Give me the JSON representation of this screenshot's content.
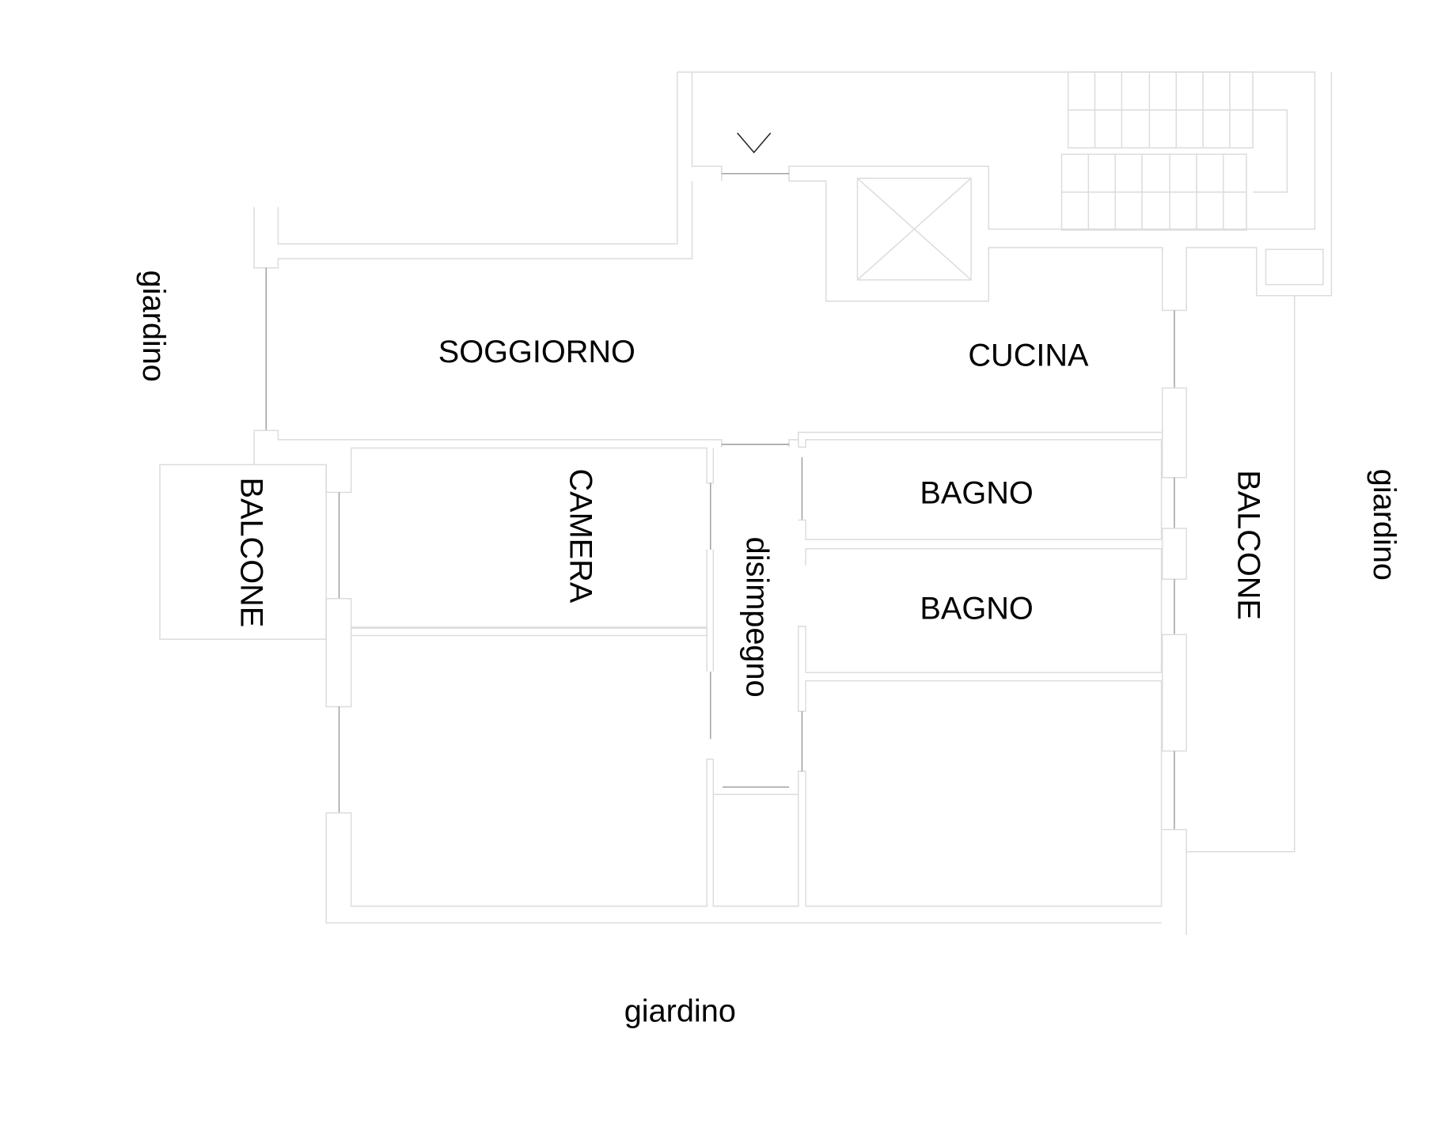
{
  "rooms": {
    "soggiorno": "SOGGIORNO",
    "cucina": "CUCINA",
    "camera": "CAMERA",
    "disimpegno": "disimpegno",
    "bagno_1": "BAGNO",
    "bagno_2": "BAGNO",
    "balcone_left": "BALCONE",
    "balcone_right": "BALCONE"
  },
  "surroundings": {
    "giardino_left": "giardino",
    "giardino_right": "giardino",
    "giardino_bottom": "giardino"
  },
  "colors": {
    "walls": "#dcdcdc",
    "doors": "#9a9a9a",
    "text": "#000000"
  }
}
